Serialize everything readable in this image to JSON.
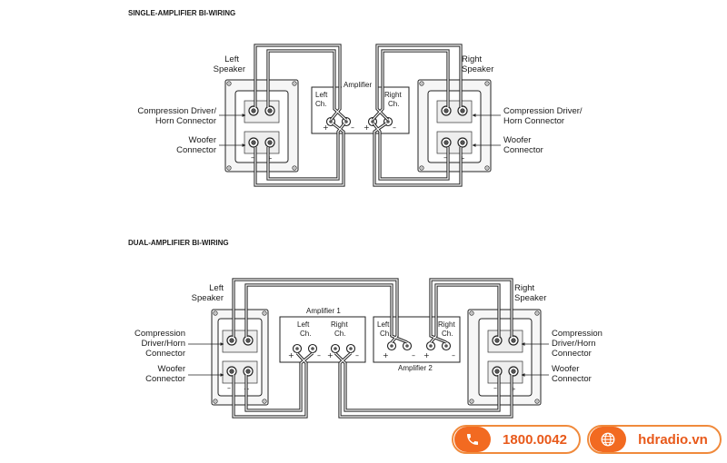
{
  "single": {
    "title": "SINGLE-AMPLIFIER BI-WIRING",
    "left_speaker": [
      "Left",
      "Speaker"
    ],
    "right_speaker": [
      "Right",
      "Speaker"
    ],
    "amplifier": "Amplifier",
    "left_ch": [
      "Left",
      "Ch."
    ],
    "right_ch": [
      "Right",
      "Ch."
    ],
    "compression_left": [
      "Compression Driver/",
      "Horn Connector"
    ],
    "woofer_left": [
      "Woofer",
      "Connector"
    ],
    "compression_right": [
      "Compression Driver/",
      "Horn Connector"
    ],
    "woofer_right": [
      "Woofer",
      "Connector"
    ],
    "plus": "+",
    "minus": "–"
  },
  "dual": {
    "title": "DUAL-AMPLIFIER BI-WIRING",
    "left_speaker": [
      "Left",
      "Speaker"
    ],
    "right_speaker": [
      "Right",
      "Speaker"
    ],
    "amplifier1": "Amplifier 1",
    "amplifier2": "Amplifier 2",
    "amp1_left": [
      "Left",
      "Ch."
    ],
    "amp1_right": [
      "Right",
      "Ch."
    ],
    "amp2_left": [
      "Left",
      "Ch."
    ],
    "amp2_right": [
      "Right",
      "Ch."
    ],
    "compression_left": [
      "Compression",
      "Driver/Horn",
      "Connector"
    ],
    "woofer_left": [
      "Woofer",
      "Connector"
    ],
    "compression_right": [
      "Compression",
      "Driver/Horn",
      "Connector"
    ],
    "woofer_right": [
      "Woofer",
      "Connector"
    ],
    "plus": "+",
    "minus": "–"
  },
  "contact": {
    "phone": "1800.0042",
    "website": "hdradio.vn",
    "phone_icon": "phone-icon",
    "web_icon": "globe-icon",
    "accent": "#f26a21"
  }
}
